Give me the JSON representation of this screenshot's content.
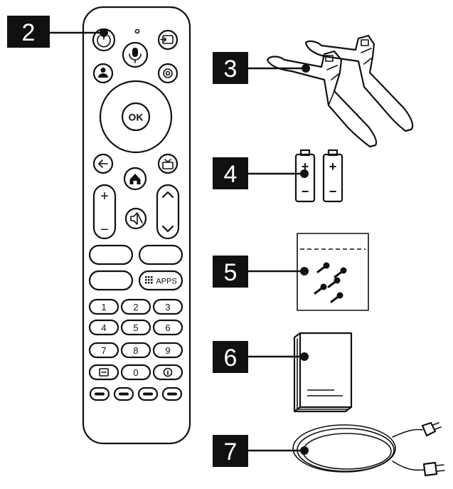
{
  "callouts": [
    {
      "id": "2",
      "label": "2"
    },
    {
      "id": "3",
      "label": "3"
    },
    {
      "id": "4",
      "label": "4"
    },
    {
      "id": "5",
      "label": "5"
    },
    {
      "id": "6",
      "label": "6"
    },
    {
      "id": "7",
      "label": "7"
    }
  ],
  "remote": {
    "ok_label": "OK",
    "apps_label": "APPS",
    "digits": [
      "1",
      "2",
      "3",
      "4",
      "5",
      "6",
      "7",
      "8",
      "9"
    ],
    "zero": "0",
    "plus": "+",
    "minus": "−"
  },
  "battery": {
    "plus": "+",
    "minus": "−"
  },
  "colors": {
    "ink": "#111111",
    "callout_bg": "#111111",
    "callout_text": "#ffffff"
  }
}
